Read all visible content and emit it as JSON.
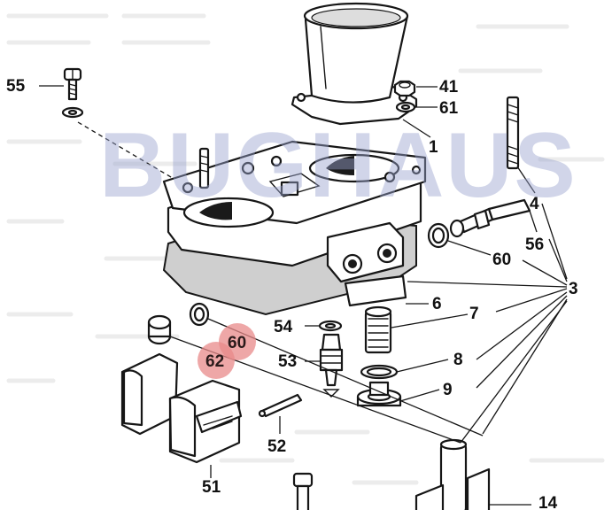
{
  "watermark": "BUGHAUS",
  "callouts": [
    {
      "id": "55",
      "label": "55",
      "highlight": false
    },
    {
      "id": "41",
      "label": "41",
      "highlight": false
    },
    {
      "id": "61",
      "label": "61",
      "highlight": false
    },
    {
      "id": "1",
      "label": "1",
      "highlight": false
    },
    {
      "id": "4",
      "label": "4",
      "highlight": false
    },
    {
      "id": "56",
      "label": "56",
      "highlight": false
    },
    {
      "id": "60a",
      "label": "60",
      "highlight": false
    },
    {
      "id": "3",
      "label": "3",
      "highlight": false
    },
    {
      "id": "6",
      "label": "6",
      "highlight": false
    },
    {
      "id": "7",
      "label": "7",
      "highlight": false
    },
    {
      "id": "54",
      "label": "54",
      "highlight": false
    },
    {
      "id": "8",
      "label": "8",
      "highlight": false
    },
    {
      "id": "53",
      "label": "53",
      "highlight": false
    },
    {
      "id": "9",
      "label": "9",
      "highlight": false
    },
    {
      "id": "60b",
      "label": "60",
      "highlight": true
    },
    {
      "id": "62",
      "label": "62",
      "highlight": true
    },
    {
      "id": "52",
      "label": "52",
      "highlight": false
    },
    {
      "id": "51",
      "label": "51",
      "highlight": false
    },
    {
      "id": "14",
      "label": "14",
      "highlight": false
    }
  ],
  "colors": {
    "ink": "#161616",
    "highlight": "#e88a8a",
    "watermark": "#9aa4cf",
    "gasket": "#cfcfcf"
  }
}
